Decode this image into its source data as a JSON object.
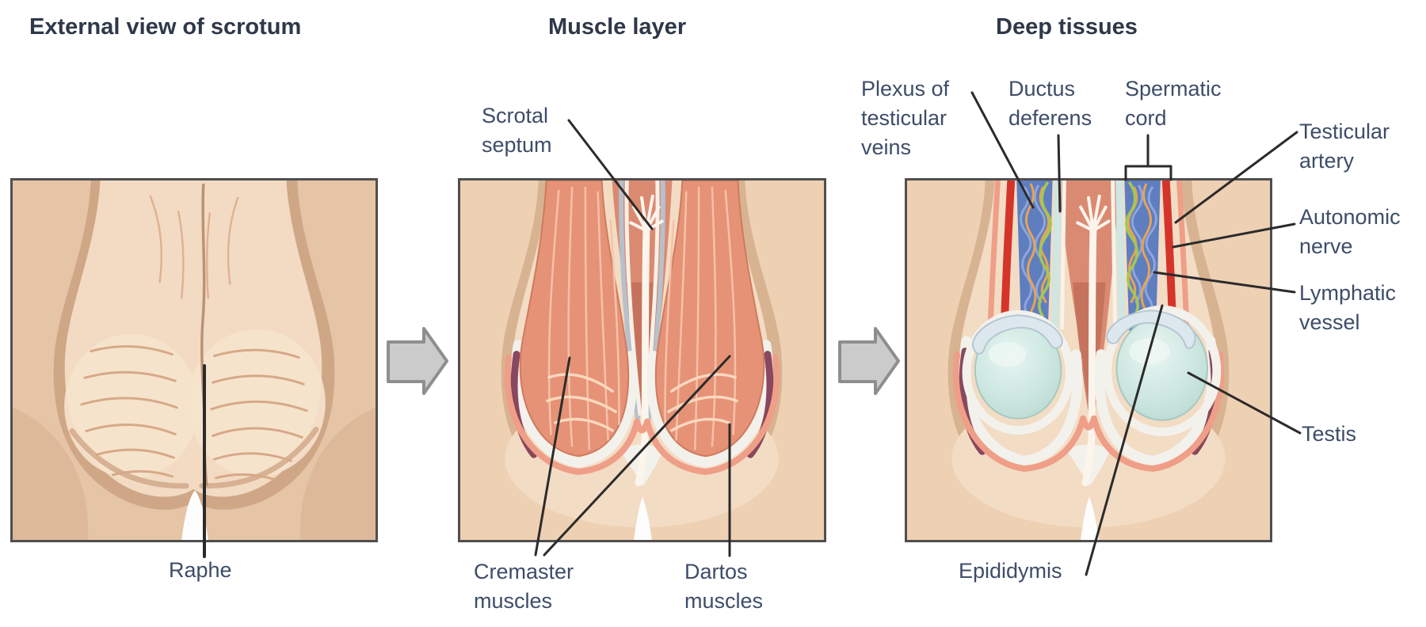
{
  "panels": [
    {
      "title": "External view of scrotum"
    },
    {
      "title": "Muscle layer"
    },
    {
      "title": "Deep tissues"
    }
  ],
  "labels": {
    "raphe": "Raphe",
    "scrotal_septum": "Scrotal\nseptum",
    "cremaster_muscles": "Cremaster\nmuscles",
    "dartos_muscles": "Dartos\nmuscles",
    "plexus_testicular_veins": "Plexus of\ntesticular\nveins",
    "ductus_deferens": "Ductus\ndeferens",
    "spermatic_cord": "Spermatic\ncord",
    "testicular_artery": "Testicular\nartery",
    "autonomic_nerve": "Autonomic\nnerve",
    "lymphatic_vessel": "Lymphatic\nvessel",
    "testis": "Testis",
    "epididymis": "Epididymis"
  },
  "icons": {
    "panel_flow_arrow": "right-arrow"
  },
  "colors": {
    "background": "#ffffff",
    "title_text": "#2e3848",
    "label_text": "#3d4d68",
    "leader_line": "#2b2b2b",
    "panel_border": "#4f4f4f",
    "skin": "#eed0b3",
    "skin_outer_ring": "#d7b392",
    "scrotum_skin_light": "#f2dbc2",
    "muscle_salmon": "#e69276",
    "muscle_striation": "#f5c2a9",
    "dartos_pink": "#ef9e87",
    "septum_white": "#fcf5ec",
    "maroon_shadow": "#7c3550",
    "vein_blue": "#5f7ec0",
    "artery_red": "#d5342b",
    "nerve_green": "#a6c653",
    "vessel_orange": "#e8a452",
    "lymph_cyan": "#cfe6e2",
    "testis_teal": "#cfe8e2",
    "epididymis_blue": "#dce8ee",
    "arrow_gray": "#cbcbcb"
  }
}
